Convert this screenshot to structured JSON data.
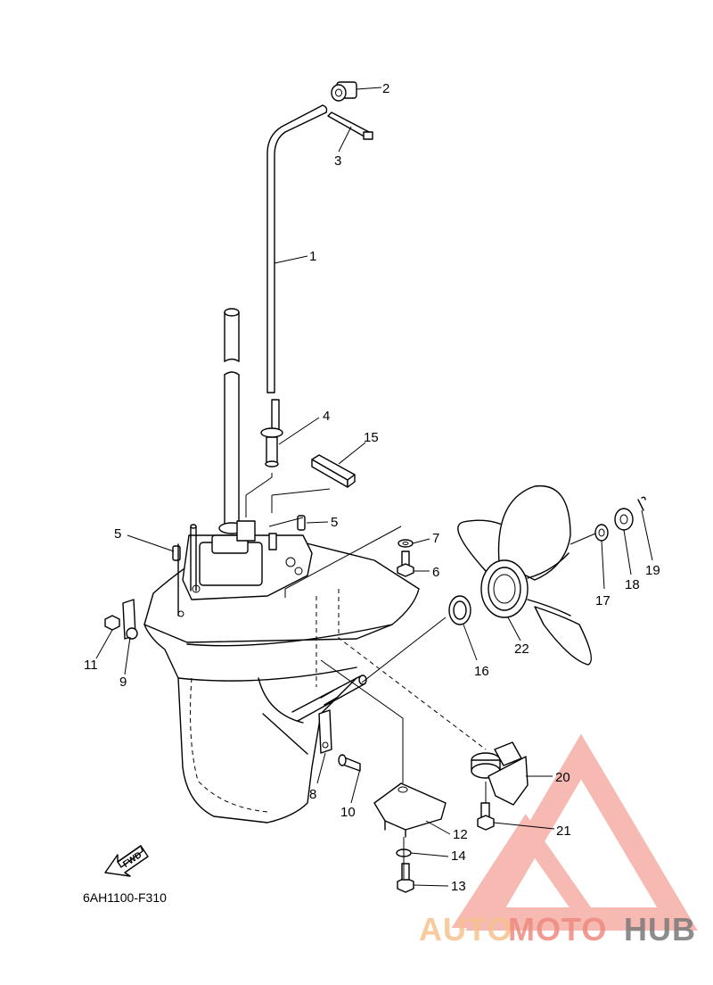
{
  "diagram_code": "6AH1100-F310",
  "fwd_label": "FWD",
  "watermark": {
    "part1": "AUTO",
    "part2": "MOTO",
    "part3": "HUB",
    "color1": "#f6c28f",
    "color2": "#f08a80",
    "color3": "#7a7a7a",
    "triangle_color": "#f4a39a"
  },
  "callouts": [
    "1",
    "2",
    "3",
    "4",
    "5",
    "5",
    "6",
    "7",
    "8",
    "9",
    "10",
    "11",
    "12",
    "13",
    "14",
    "15",
    "16",
    "17",
    "18",
    "19",
    "20",
    "21",
    "22"
  ]
}
